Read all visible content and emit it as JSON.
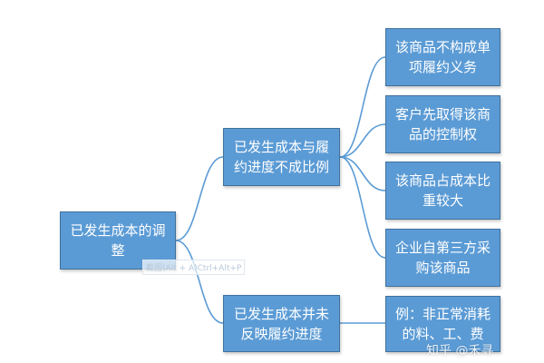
{
  "diagram": {
    "root": {
      "label": "已发生成本的调整"
    },
    "branches": [
      {
        "label": "已发生成本与履约进度不成比例",
        "children": [
          "该商品不构成单项履约义务",
          "客户先取得该商品的控制权",
          "该商品占成本比重较大",
          "企业自第三方采购该商品"
        ]
      },
      {
        "label": "已发生成本并未反映履约进度",
        "children": [
          "例：非正常消耗的料、工、费"
        ]
      }
    ],
    "colors": {
      "node_fill": "#5b9bd5",
      "node_border": "#41719c",
      "connector": "#5b9bd5",
      "text": "#ffffff"
    }
  },
  "overlay": {
    "screenshot_hint": "截图(Alt + A)Ctrl+Alt+P",
    "watermark": "知乎 @禾寻"
  }
}
